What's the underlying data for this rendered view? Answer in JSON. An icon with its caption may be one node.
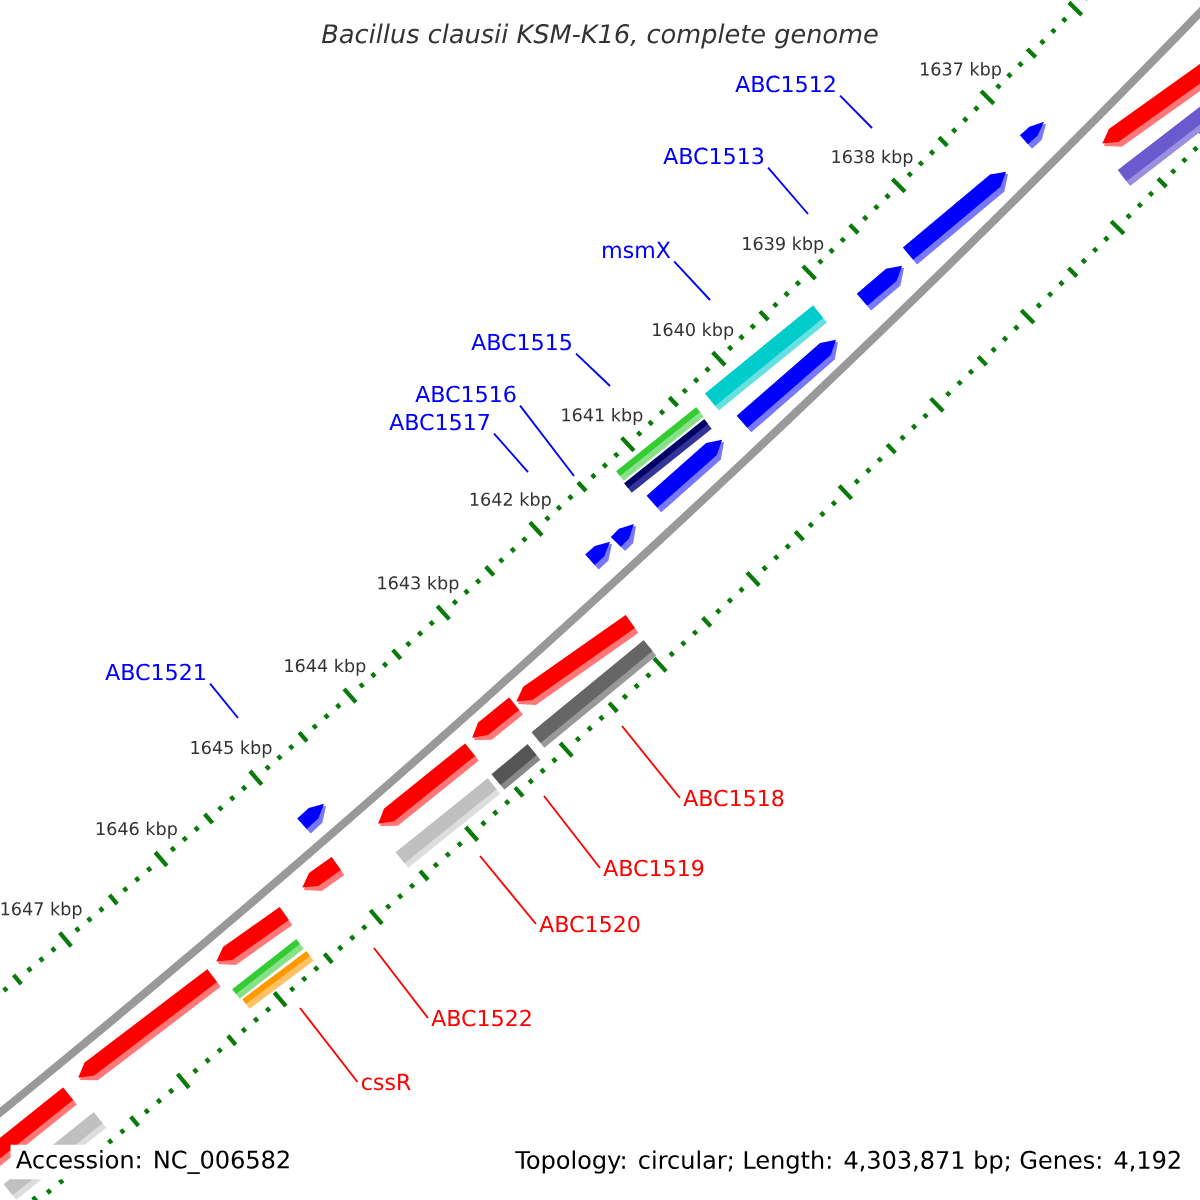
{
  "diagram": {
    "title": "Bacillus clausii KSM-K16, complete genome",
    "nodes": [
      {
        "text": [
          "ABC1512"
        ]
      },
      {
        "text": [
          "ABC1513"
        ]
      },
      {
        "text": [
          "msmX"
        ]
      },
      {
        "text": [
          "ABC1515"
        ]
      },
      {
        "text": [
          "ABC1516"
        ]
      },
      {
        "text": [
          "ABC1517"
        ]
      },
      {
        "text": [
          "ABC1521"
        ]
      },
      {
        "text": [
          "ABC1518"
        ]
      },
      {
        "text": [
          "ABC1519"
        ]
      },
      {
        "text": [
          "ABC1520"
        ]
      },
      {
        "text": [
          "ABC1522"
        ]
      },
      {
        "text": [
          "cssR"
        ]
      }
    ],
    "edges": [
      {
        "from": 0,
        "to": null,
        "arrow": "none"
      },
      {
        "from": 1,
        "to": null,
        "arrow": "none"
      },
      {
        "from": 2,
        "to": null,
        "arrow": "none"
      },
      {
        "from": 3,
        "to": null,
        "arrow": "none"
      },
      {
        "from": 4,
        "to": null,
        "arrow": "none"
      },
      {
        "from": 5,
        "to": null,
        "arrow": "none"
      },
      {
        "from": 6,
        "to": null,
        "arrow": "none"
      },
      {
        "from": 7,
        "to": null,
        "arrow": "none",
        "color": "#ff0000"
      },
      {
        "from": 8,
        "to": null,
        "arrow": "none",
        "color": "#ff0000"
      },
      {
        "from": 9,
        "to": null,
        "arrow": "none",
        "color": "#ff0000"
      },
      {
        "from": 10,
        "to": null,
        "arrow": "none",
        "color": "#ff0000"
      },
      {
        "from": 11,
        "to": null,
        "arrow": "none",
        "color": "#ff0000"
      }
    ],
    "labels": [
      "1637 kbp",
      "1638 kbp",
      "1639 kbp",
      "1640 kbp",
      "1641 kbp",
      "1642 kbp",
      "1643 kbp",
      "1644 kbp",
      "1645 kbp",
      "1646 kbp",
      "1647 kbp",
      "Accession: NC_006582",
      "Topology: circular; Length: 4,303,871 bp; Genes: 4,192"
    ]
  }
}
